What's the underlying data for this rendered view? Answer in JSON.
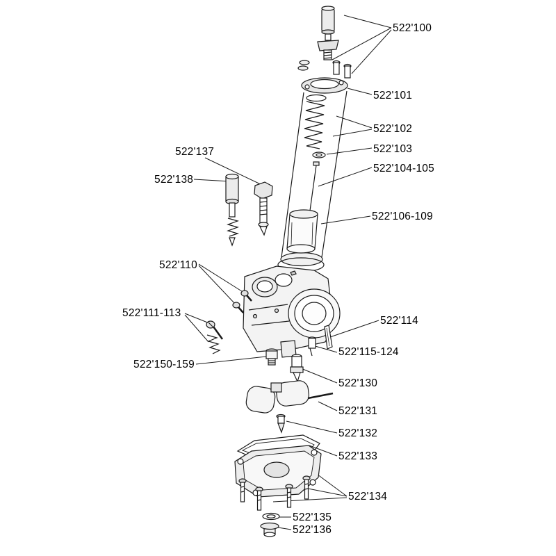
{
  "diagram": {
    "type": "exploded-parts-diagram",
    "subject": "Carburetor exploded view with part numbers",
    "colors": {
      "background": "#ffffff",
      "line": "#1a1a1a",
      "label_text": "#000000"
    },
    "labels": [
      {
        "text": "522'100"
      },
      {
        "text": "522'101"
      },
      {
        "text": "522'102"
      },
      {
        "text": "522'103"
      },
      {
        "text": "522'104-105"
      },
      {
        "text": "522'106-109"
      },
      {
        "text": "522'137"
      },
      {
        "text": "522'138"
      },
      {
        "text": "522'110"
      },
      {
        "text": "522'111-113"
      },
      {
        "text": "522'114"
      },
      {
        "text": "522'115-124"
      },
      {
        "text": "522'150-159"
      },
      {
        "text": "522'130"
      },
      {
        "text": "522'131"
      },
      {
        "text": "522'132"
      },
      {
        "text": "522'133"
      },
      {
        "text": "522'134"
      },
      {
        "text": "522'135"
      },
      {
        "text": "522'136"
      }
    ]
  }
}
